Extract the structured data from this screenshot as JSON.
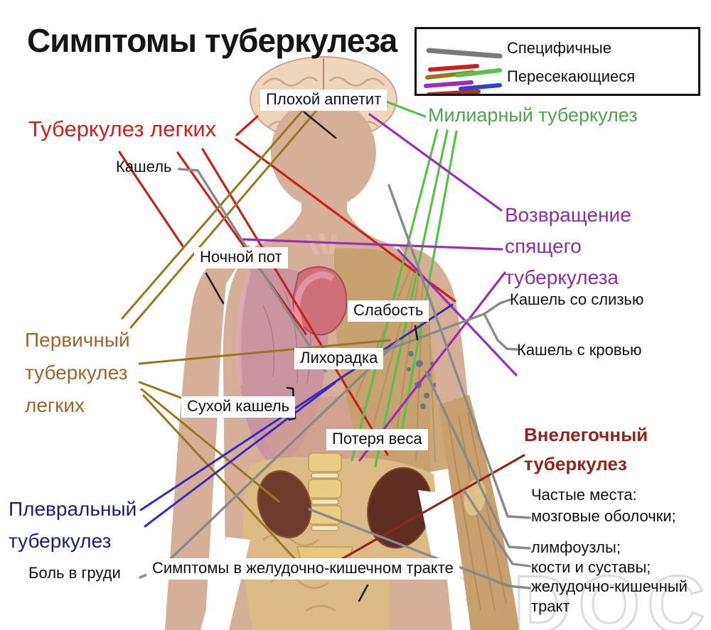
{
  "title": "Симптомы туберкулеза",
  "legend": {
    "specific_label": "Специфичные",
    "overlapping_label": "Пересекающиеся",
    "specific_color": "#7a7a7a",
    "overlapping_colors": [
      "#c5231b",
      "#97781c",
      "#55c24a",
      "#9a2fb5",
      "#2e43c8",
      "#b03028"
    ]
  },
  "headings": {
    "pulmonary": {
      "text": "Туберкулез легких",
      "color": "#c5231b"
    },
    "miliary": {
      "text": "Милиарный туберкулез",
      "color": "#4ea44b"
    },
    "latent": {
      "line1": "Возвращение",
      "line2": "спящего",
      "line3": "туберкулеза",
      "color": "#8b2fa0"
    },
    "primary": {
      "line1": "Первичный",
      "line2": "туберкулез",
      "line3": "легких",
      "color": "#a06526"
    },
    "pleural": {
      "line1": "Плевральный",
      "line2": "туберкулез",
      "color": "#1e1e6e"
    },
    "extrapulmonary": {
      "line1": "Внелегочный",
      "line2": "туберкулез",
      "color": "#8e261d"
    }
  },
  "symptoms": {
    "poor_appetite": "Плохой аппетит",
    "cough": "Кашель",
    "night_sweats": "Ночной пот",
    "weakness": "Слабость",
    "fever": "Лихорадка",
    "dry_cough": "Сухой кашель",
    "weight_loss": "Потеря веса",
    "cough_with_mucus": "Кашель со слизью",
    "cough_with_blood": "Кашель с кровью",
    "chest_pain": "Боль в груди",
    "gi_tract": "Симптомы в желудочно-кишечном тракте"
  },
  "sites": {
    "heading": "Частые места:",
    "items": [
      "мозговые оболочки;",
      "лимфоузлы;",
      "кости и суставы;",
      "желудочно-кишечный тракт"
    ]
  },
  "watermark": "TB DOC",
  "palette": {
    "skin": "#d5af97",
    "lung_pink": "#c893a0",
    "muscle_tan": "#c7a06d",
    "intestine": "#ddbb86",
    "kidney": "#6e3c2b",
    "spine": "#e9cd85",
    "specific_gray": "#8a8a8a",
    "pointer_black": "#1c1c1c"
  }
}
